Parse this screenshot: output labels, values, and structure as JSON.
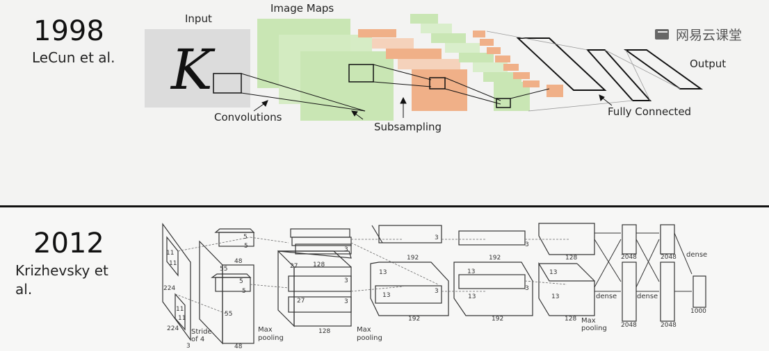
{
  "top": {
    "year": "1998",
    "author": "LeCun et al.",
    "labels": {
      "input": "Input",
      "letter": "K",
      "image_maps": "Image Maps",
      "convolutions": "Convolutions",
      "subsampling": "Subsampling",
      "fully_connected": "Fully Connected",
      "output": "Output"
    }
  },
  "bottom": {
    "year": "2012",
    "author_line1": "Krizhevsky et",
    "author_line2": "al.",
    "labels": {
      "k11a": "11",
      "k11b": "11",
      "in224a": "224",
      "in224b": "224",
      "k11c": "11",
      "k11d": "11",
      "stride1": "Stride",
      "stride2": "of 4",
      "ch3": "3",
      "s55a": "55",
      "s55b": "55",
      "k5a": "5",
      "k5b": "5",
      "k5c": "5",
      "k5d": "5",
      "d48a": "48",
      "d48b": "48",
      "maxpool1a": "Max",
      "maxpool1b": "pooling",
      "s27a": "27",
      "s27b": "27",
      "d128a": "128",
      "d128b": "128",
      "k3": "3",
      "maxpool2a": "Max",
      "maxpool2b": "pooling",
      "s13": "13",
      "d192": "192",
      "d128c": "128",
      "maxpool3a": "Max",
      "maxpool3b": "pooling",
      "fc2048": "2048",
      "dense": "dense",
      "out1000": "1000"
    }
  },
  "watermark": {
    "text": "网易云课堂",
    "icon": "book-icon"
  },
  "colors": {
    "green": "#c9e6b4",
    "orange": "#f0b088",
    "gray": "#dcdcdc"
  }
}
